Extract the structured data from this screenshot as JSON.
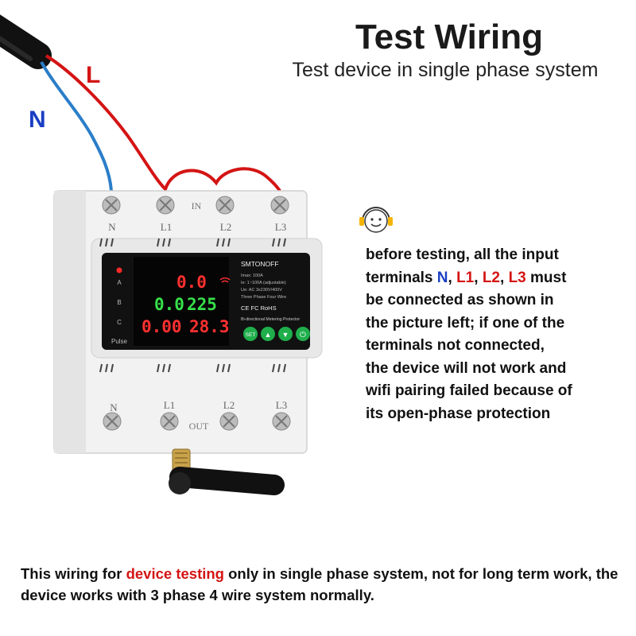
{
  "header": {
    "title": "Test Wiring",
    "subtitle": "Test device in single phase system"
  },
  "wire_labels": {
    "live": "L",
    "neutral": "N"
  },
  "device": {
    "in_label": "IN",
    "out_label": "OUT",
    "top_terminals": [
      "N",
      "L1",
      "L2",
      "L3"
    ],
    "bottom_terminals": [
      "N",
      "L1",
      "L2",
      "L3"
    ],
    "brand": "SMTONOFF",
    "specs": [
      "Imax: 100A",
      "Ie: 1~100A (adjustable)",
      "Ue: AC 3x230V/400V",
      "Three Phase Four Wire"
    ],
    "cert_marks": "CE FC RoHS",
    "product_name": "Bi-directional Metering Protector",
    "phase_indicators": [
      "A",
      "B",
      "C"
    ],
    "pulse_label": "Pulse",
    "readings": {
      "current": "0.0",
      "power": "0.0",
      "voltage": "225",
      "energy": "0.00",
      "temperature": "28.3"
    },
    "buttons": {
      "set": "SET",
      "up": "▲",
      "down": "▼",
      "power": "⏻"
    }
  },
  "note": {
    "line1": "before testing, all the input",
    "line2_pre": "terminals ",
    "N": "N",
    "sep1": ", ",
    "L1": "L1",
    "sep2": ", ",
    "L2": "L2",
    "sep3": ", ",
    "L3": "L3",
    "line2_post": " must",
    "line3": "be connected as shown in",
    "line4": "the picture left; if one of the",
    "line5": "terminals not connected,",
    "line6": "the device will not work and",
    "line7": "wifi pairing failed because of",
    "line8": "its open-phase protection"
  },
  "footer": {
    "pre": "This wiring for ",
    "highlight": "device testing",
    "post": " only in single phase system, not for long term work, the device works with 3 phase 4 wire system normally."
  },
  "colors": {
    "live": "#d41414",
    "neutral": "#2a7ec9",
    "accent_red": "#d41414",
    "accent_blue": "#1a3fc4",
    "lcd_red": "#ff3030",
    "lcd_green": "#36e04a",
    "button_green": "#1fae4b"
  },
  "icons": {
    "support": "headset-smiley-icon",
    "wifi": "wifi-icon"
  }
}
